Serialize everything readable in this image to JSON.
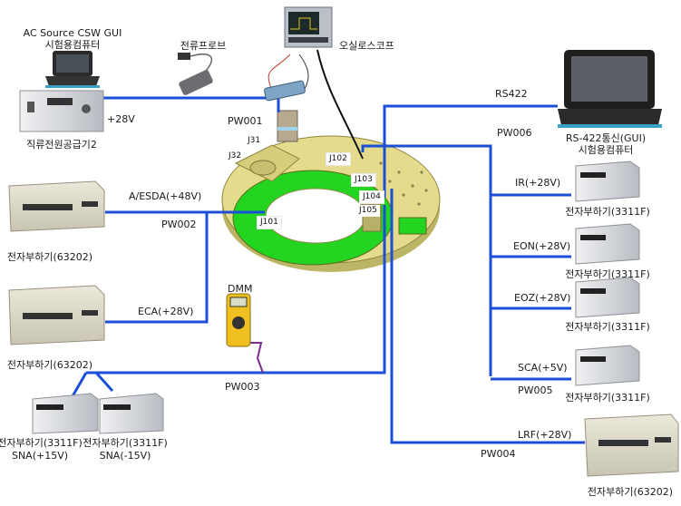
{
  "colors": {
    "wire": "#1a4fd6",
    "wire_purple": "#7a2d8c",
    "board_yellow": "#e4dc8c",
    "board_green": "#23d421",
    "device_beige": "#d9d5c4",
    "device_gray": "#d8dadc"
  },
  "equipment": {
    "ac_source_pc": {
      "line1": "AC Source CSW GUI",
      "line2": "시험용컴퓨터",
      "icon": "laptop-icon"
    },
    "dc_power_supply": {
      "label": "직류전원공급기2",
      "icon": "power-supply-icon"
    },
    "current_probe": {
      "label": "전류프로브",
      "icon": "current-probe-icon"
    },
    "oscilloscope": {
      "label": "오실로스코프",
      "icon": "oscilloscope-icon"
    },
    "rs422_pc": {
      "line1": "RS-422통신(GUI)",
      "line2": "시험용컴퓨터",
      "icon": "laptop-icon"
    },
    "dmm": {
      "label": "DMM",
      "icon": "multimeter-icon"
    },
    "load_63202_a": {
      "label": "전자부하기(63202)"
    },
    "load_63202_b": {
      "label": "전자부하기(63202)"
    },
    "load_63202_c": {
      "label": "전자부하기(63202)"
    },
    "load_3311f_ir": {
      "label": "전자부하기(3311F)"
    },
    "load_3311f_eon": {
      "label": "전자부하기(3311F)"
    },
    "load_3311f_eoz": {
      "label": "전자부하기(3311F)"
    },
    "load_3311f_sca": {
      "label": "전자부하기(3311F)"
    },
    "load_3311f_snap": {
      "line1": "전자부하기(3311F)",
      "line2": "SNA(+15V)"
    },
    "load_3311f_snan": {
      "line1": "전자부하기(3311F)",
      "line2": "SNA(-15V)"
    }
  },
  "connectors": [
    "J31",
    "J32",
    "J101",
    "J102",
    "J103",
    "J104",
    "J105"
  ],
  "wires": {
    "pw001": {
      "name": "PW001",
      "signal": "+28V"
    },
    "pw002": {
      "name": "PW002",
      "signal_a": "A/ESDA(+48V)",
      "signal_b": "ECA(+28V)"
    },
    "pw003": {
      "name": "PW003"
    },
    "pw004": {
      "name": "PW004",
      "signal": "LRF(+28V)"
    },
    "pw005": {
      "name": "PW005",
      "signal": "SCA(+5V)"
    },
    "pw006": {
      "name": "PW006",
      "signals": [
        "IR(+28V)",
        "EON(+28V)",
        "EOZ(+28V)"
      ]
    },
    "rs422": {
      "name": "RS422"
    }
  }
}
